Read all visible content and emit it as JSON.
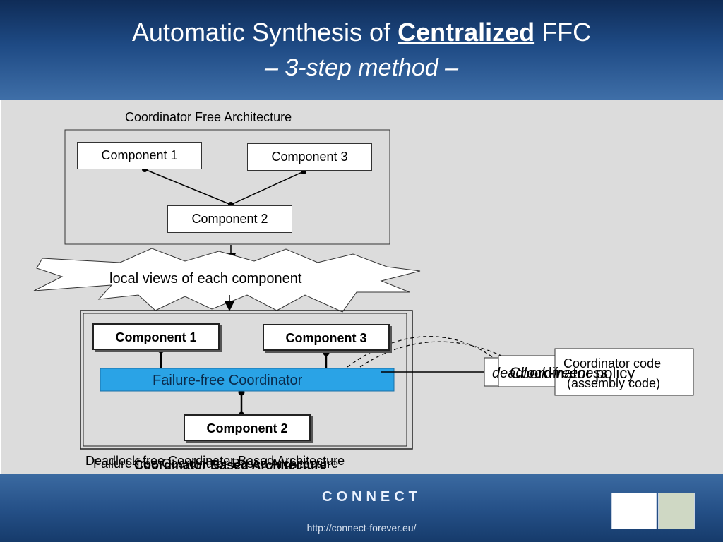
{
  "header": {
    "title_pre": "Automatic Synthesis of ",
    "title_strong": "Centralized",
    "title_post": " FFC",
    "subtitle": "– 3-step method –"
  },
  "diagram": {
    "cfa_title": "Coordinator Free Architecture",
    "cfa_components": [
      "Component 1",
      "Component 3",
      "Component 2"
    ],
    "local_views": "local views of each component",
    "ffc_components": [
      "Component 1",
      "Component 3",
      "Component 2"
    ],
    "ffc_coordinator": "Failure-free Coordinator",
    "bottom_captions": [
      "Deadlock-free Coordinator Based Architecture",
      "Failure-free Coordinator Based Architecture",
      "Coordinator Based Architecture"
    ],
    "right_labels": {
      "deadlock_freeness": "deadlock-freeness",
      "coordinator_policy": "Coordinator policy",
      "coordinator_code_line1": "Coordinator code",
      "coordinator_code_line2": "(assembly code)"
    }
  },
  "footer": {
    "logo_text": "CONNECT",
    "url": "http://connect-forever.eu/"
  },
  "colors": {
    "header_top": "#0f2c57",
    "header_bottom": "#3f6fa8",
    "coordinator_fill": "#2aa3e6",
    "diagram_bg": "#dcdcdc"
  }
}
